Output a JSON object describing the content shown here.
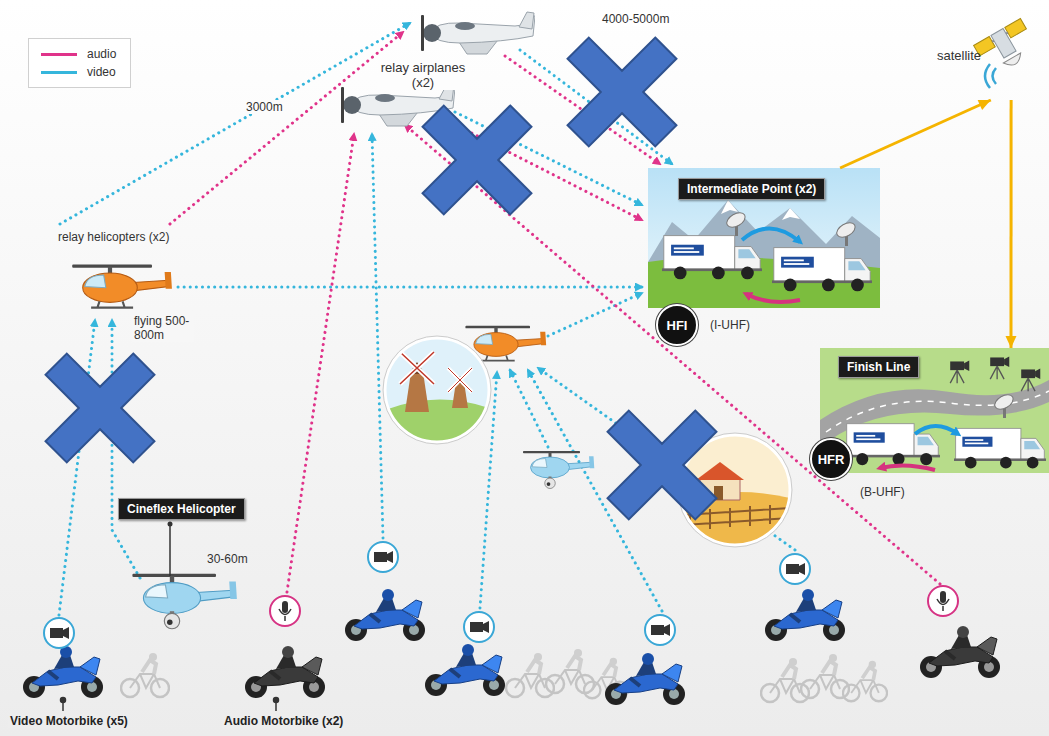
{
  "diagram": {
    "nodes": [
      {
        "text": [
          "satellite"
        ]
      },
      {
        "text": [
          "Intermediate Point (x2)"
        ]
      },
      {
        "text": [
          "HFI"
        ],
        "in": 1
      },
      {
        "text": [
          "Finish Line"
        ]
      },
      {
        "text": [
          "HFR"
        ],
        "in": 3
      },
      {
        "text": [
          "Cineflex Helicopter"
        ]
      }
    ],
    "edges": [
      {
        "from": 1,
        "to": 0,
        "arrow": "to"
      },
      {
        "from": 0,
        "to": 3,
        "arrow": "to"
      }
    ],
    "labels": [
      "relay airplanes (x2)",
      "4000-5000m",
      "3000m",
      "relay helicopters (x2)",
      "flying 500-800m",
      "(I-UHF)",
      "30-60m",
      "(B-UHF)",
      "Video Motorbike (x5)",
      "Audio Motorbike (x2)"
    ],
    "legend": [
      {
        "text": "audio",
        "color": "#e0338a"
      },
      {
        "text": "video",
        "color": "#35b6dc"
      }
    ]
  }
}
